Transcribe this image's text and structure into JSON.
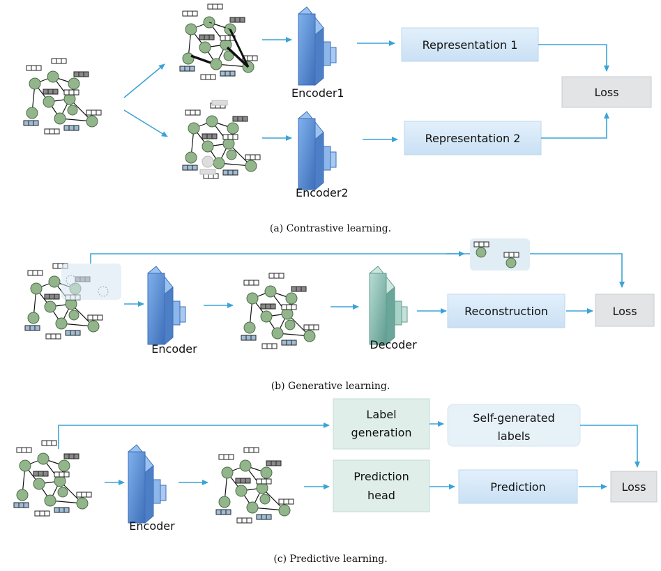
{
  "captions": {
    "a": "(a) Contrastive learning.",
    "b": "(b) Generative learning.",
    "c": "(c) Predictive learning."
  },
  "contrastive": {
    "encoder1": "Encoder1",
    "encoder2": "Encoder2",
    "rep1": "Representation 1",
    "rep2": "Representation 2",
    "loss": "Loss"
  },
  "generative": {
    "encoder": "Encoder",
    "decoder": "Decoder",
    "reconstruction": "Reconstruction",
    "loss": "Loss"
  },
  "predictive": {
    "encoder": "Encoder",
    "label_generation_1": "Label",
    "label_generation_2": "generation",
    "self_generated_1": "Self-generated",
    "self_generated_2": "labels",
    "prediction_head_1": "Prediction",
    "prediction_head_2": "head",
    "prediction": "Prediction",
    "loss": "Loss"
  },
  "colors": {
    "node": "#92b58b",
    "arrow": "#3aa3d6",
    "encoder": "#5b8fd6",
    "decoder": "#8fc0b5",
    "rep_box": "#d6e8f7",
    "loss_box": "#e2e4e6",
    "label_box": "#dfeee9"
  }
}
